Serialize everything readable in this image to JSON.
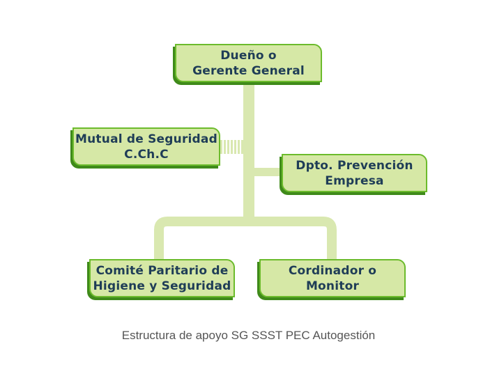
{
  "colors": {
    "connector": "#d9e8b0",
    "box_fill": "#d6e8a6",
    "box_border": "#6cbb2c",
    "box_shadow": "#3f8a1a",
    "text": "#1f3d57",
    "caption": "#555555"
  },
  "nodes": {
    "owner": {
      "line1": "Dueño o",
      "line2": "Gerente General"
    },
    "mutual": {
      "line1": "Mutual de Seguridad",
      "line2": "C.Ch.C"
    },
    "prevention": {
      "line1": "Dpto. Prevención",
      "line2": "Empresa"
    },
    "committee": {
      "line1": "Comité Paritario de",
      "line2": "Higiene y Seguridad"
    },
    "coordinator": {
      "line1": "Cordinador o",
      "line2": "Monitor"
    }
  },
  "edges": [
    {
      "from": "owner",
      "to": "prevention",
      "style": "solid"
    },
    {
      "from": "owner",
      "to": "mutual",
      "style": "dashed"
    },
    {
      "from": "owner",
      "to": "committee",
      "style": "solid"
    },
    {
      "from": "owner",
      "to": "coordinator",
      "style": "solid"
    }
  ],
  "caption": "Estructura de apoyo SG SSST PEC Autogestión"
}
